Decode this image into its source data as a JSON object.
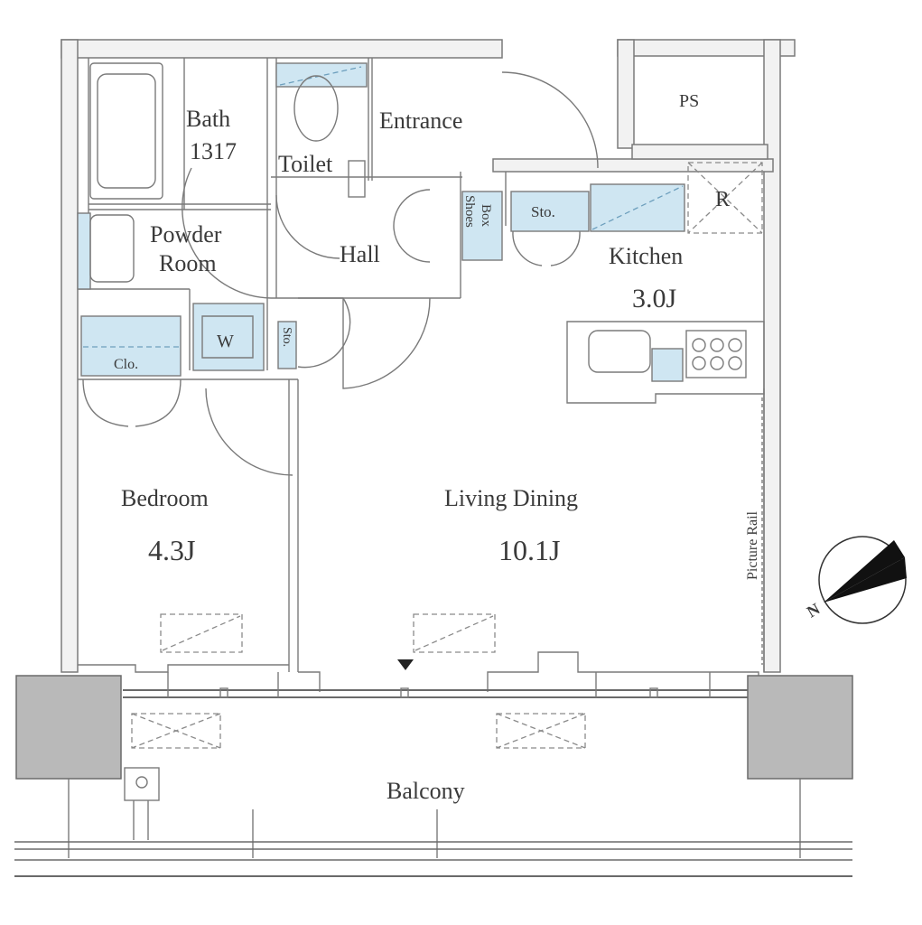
{
  "rooms": {
    "bath": {
      "name": "Bath",
      "size": "1317"
    },
    "toilet": "Toilet",
    "entrance": "Entrance",
    "ps": "PS",
    "powder_room_line1": "Powder",
    "powder_room_line2": "Room",
    "hall": "Hall",
    "shoes_box_line1": "Shoes",
    "shoes_box_line2": "Box",
    "storage_small": "Sto.",
    "storage_kitchen": "Sto.",
    "refrigerator": "R",
    "kitchen": {
      "name": "Kitchen",
      "size": "3.0J"
    },
    "washer": "W",
    "closet": "Clo.",
    "bedroom": {
      "name": "Bedroom",
      "size": "4.3J"
    },
    "living_dining": {
      "name": "Living Dining",
      "size": "10.1J"
    },
    "picture_rail": "Picture Rail",
    "balcony": "Balcony"
  },
  "compass": {
    "label": "N"
  }
}
